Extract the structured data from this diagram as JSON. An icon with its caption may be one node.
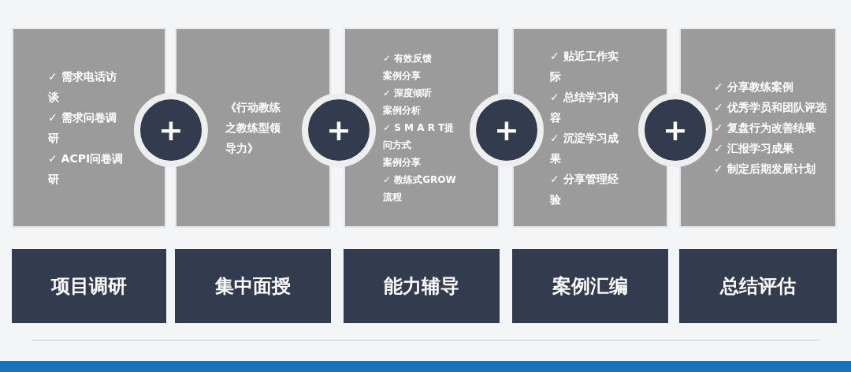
{
  "diagram": {
    "nodes": [
      {
        "text": [
          "✓ 需求电话访谈",
          "✓ 需求问卷调研",
          "✓ ACPI问卷调研"
        ]
      },
      {
        "text": [
          "《行动教练之教练型领导力》"
        ]
      },
      {
        "text": [
          "✓ 有效反馈",
          "案例分享",
          "✓ 深度倾听",
          "案例分析",
          "✓ S M A R T提问方式",
          "案例分享",
          "✓ 教练式GROW流程"
        ]
      },
      {
        "text": [
          "✓ 贴近工作实际",
          "✓ 总结学习内容",
          "✓ 沉淀学习成果",
          "✓ 分享管理经验"
        ]
      },
      {
        "text": [
          "✓ 分享教练案例",
          "✓ 优秀学员和团队评选",
          "✓ 复盘行为改善结果",
          "✓ 汇报学习成果",
          "✓ 制定后期发展计划"
        ]
      },
      {
        "text": [
          "项目调研"
        ]
      },
      {
        "text": [
          "集中面授"
        ]
      },
      {
        "text": [
          "能力辅导"
        ]
      },
      {
        "text": [
          "案例汇编"
        ]
      },
      {
        "text": [
          "总结评估"
        ]
      },
      {
        "text": [
          "+"
        ]
      },
      {
        "text": [
          "+"
        ]
      },
      {
        "text": [
          "+"
        ]
      },
      {
        "text": [
          "+"
        ]
      }
    ]
  }
}
